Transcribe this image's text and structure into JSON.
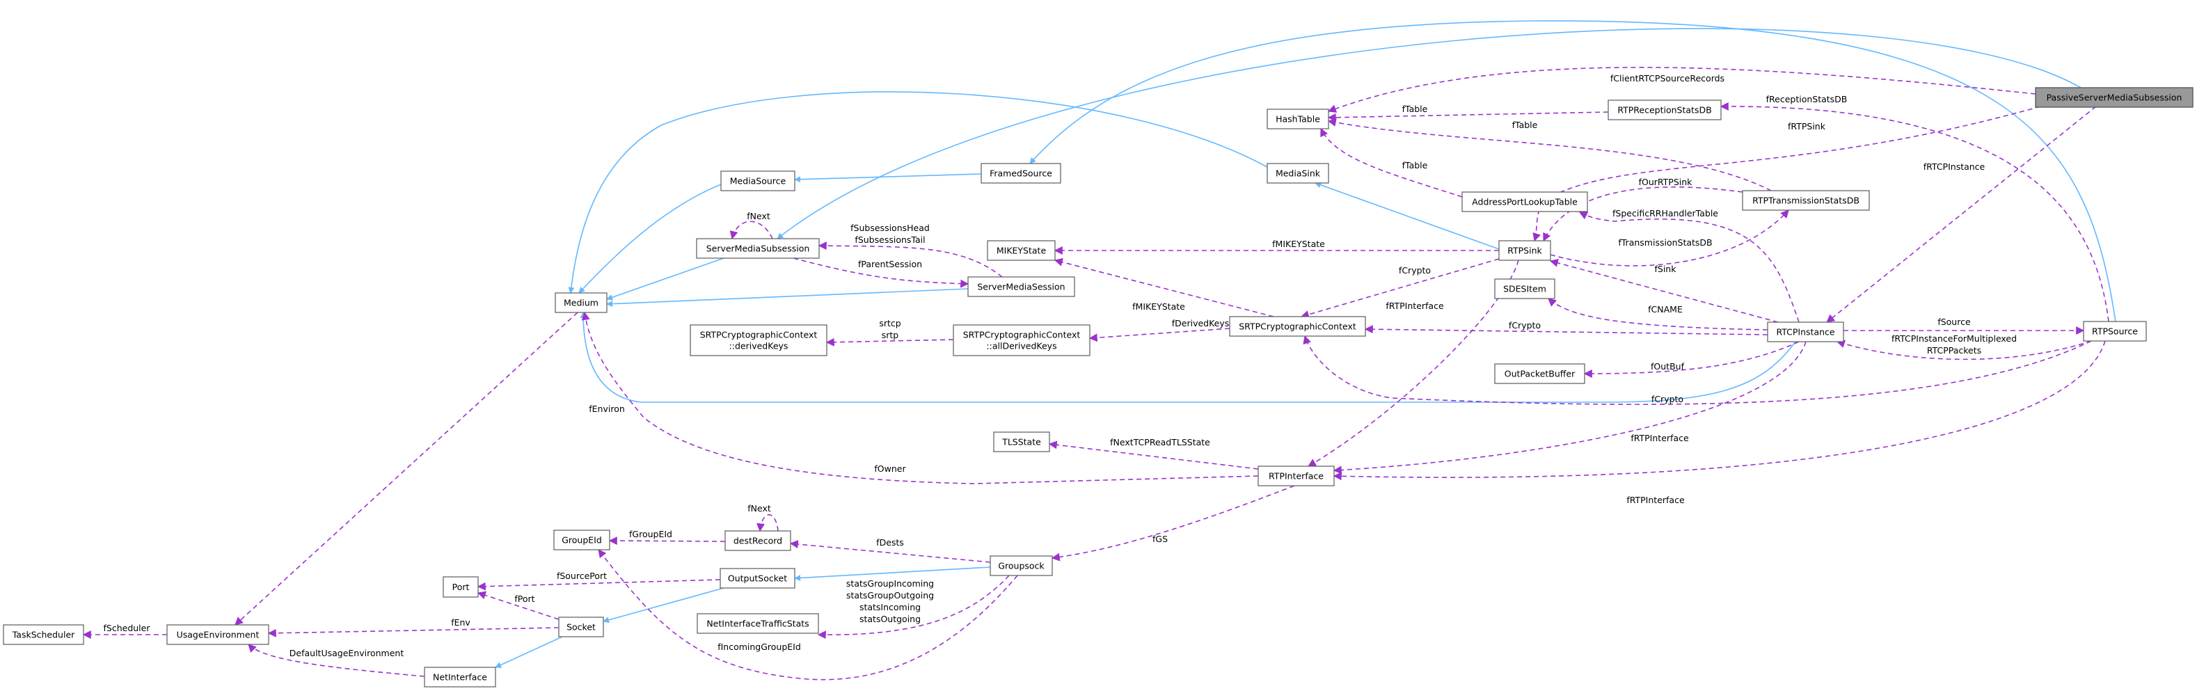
{
  "title": "PassiveServerMediaSubsession collaboration diagram",
  "colors": {
    "inheritance": "#63b8ff",
    "usage": "#9a32cd",
    "root_fill": "#999999"
  },
  "nodes": [
    {
      "id": "passive",
      "lines": [
        "PassiveServerMediaSubsession"
      ],
      "root": true
    },
    {
      "id": "hashtable",
      "lines": [
        "HashTable"
      ]
    },
    {
      "id": "rtprecv",
      "lines": [
        "RTPReceptionStatsDB"
      ]
    },
    {
      "id": "mediasink",
      "lines": [
        "MediaSink"
      ]
    },
    {
      "id": "framedsource",
      "lines": [
        "FramedSource"
      ]
    },
    {
      "id": "mediasource",
      "lines": [
        "MediaSource"
      ]
    },
    {
      "id": "addrport",
      "lines": [
        "AddressPortLookupTable"
      ]
    },
    {
      "id": "rtptrans",
      "lines": [
        "RTPTransmissionStatsDB"
      ]
    },
    {
      "id": "sms",
      "lines": [
        "ServerMediaSubsession"
      ]
    },
    {
      "id": "mikey",
      "lines": [
        "MIKEYState"
      ]
    },
    {
      "id": "rtpsink",
      "lines": [
        "RTPSink"
      ]
    },
    {
      "id": "medium",
      "lines": [
        "Medium"
      ]
    },
    {
      "id": "smsession",
      "lines": [
        "ServerMediaSession"
      ]
    },
    {
      "id": "sdes",
      "lines": [
        "SDESItem"
      ]
    },
    {
      "id": "srtp",
      "lines": [
        "SRTPCryptographicContext"
      ]
    },
    {
      "id": "derivedkeys",
      "lines": [
        "SRTPCryptographicContext",
        "::derivedKeys"
      ]
    },
    {
      "id": "allderived",
      "lines": [
        "SRTPCryptographicContext",
        "::allDerivedKeys"
      ]
    },
    {
      "id": "rtcp",
      "lines": [
        "RTCPInstance"
      ]
    },
    {
      "id": "rtpsource",
      "lines": [
        "RTPSource"
      ]
    },
    {
      "id": "outpacket",
      "lines": [
        "OutPacketBuffer"
      ]
    },
    {
      "id": "tls",
      "lines": [
        "TLSState"
      ]
    },
    {
      "id": "rtpiface",
      "lines": [
        "RTPInterface"
      ]
    },
    {
      "id": "groupeid",
      "lines": [
        "GroupEId"
      ]
    },
    {
      "id": "destrecord",
      "lines": [
        "destRecord"
      ]
    },
    {
      "id": "groupsock",
      "lines": [
        "Groupsock"
      ]
    },
    {
      "id": "outputsocket",
      "lines": [
        "OutputSocket"
      ]
    },
    {
      "id": "port",
      "lines": [
        "Port"
      ]
    },
    {
      "id": "nitstats",
      "lines": [
        "NetInterfaceTrafficStats"
      ]
    },
    {
      "id": "socket",
      "lines": [
        "Socket"
      ]
    },
    {
      "id": "taskscheduler",
      "lines": [
        "TaskScheduler"
      ]
    },
    {
      "id": "usageenv",
      "lines": [
        "UsageEnvironment"
      ]
    },
    {
      "id": "netiface",
      "lines": [
        "NetInterface"
      ]
    }
  ],
  "edges": [
    {
      "id": "e1",
      "from": "passive",
      "to": "sms",
      "kind": "inheritance",
      "lines": []
    },
    {
      "id": "e2",
      "from": "rtpsource",
      "to": "framedsource",
      "kind": "inheritance",
      "lines": []
    },
    {
      "id": "e3",
      "from": "mediasink",
      "to": "medium",
      "kind": "inheritance",
      "lines": []
    },
    {
      "id": "e4",
      "from": "mediasource",
      "to": "medium",
      "kind": "inheritance",
      "lines": []
    },
    {
      "id": "e5",
      "from": "framedsource",
      "to": "mediasource",
      "kind": "inheritance",
      "lines": []
    },
    {
      "id": "e6",
      "from": "sms",
      "to": "medium",
      "kind": "inheritance",
      "lines": []
    },
    {
      "id": "e7",
      "from": "smsession",
      "to": "medium",
      "kind": "inheritance",
      "lines": []
    },
    {
      "id": "e8",
      "from": "rtpsink",
      "to": "mediasink",
      "kind": "inheritance",
      "lines": []
    },
    {
      "id": "e9",
      "from": "rtcp",
      "to": "medium",
      "kind": "inheritance",
      "lines": []
    },
    {
      "id": "e10",
      "from": "groupsock",
      "to": "outputsocket",
      "kind": "inheritance",
      "lines": []
    },
    {
      "id": "e11",
      "from": "outputsocket",
      "to": "socket",
      "kind": "inheritance",
      "lines": []
    },
    {
      "id": "e12",
      "from": "socket",
      "to": "netiface",
      "kind": "inheritance",
      "lines": []
    },
    {
      "id": "u1",
      "from": "passive",
      "to": "hashtable",
      "kind": "usage",
      "lines": [
        "fClientRTCPSourceRecords"
      ]
    },
    {
      "id": "u2",
      "from": "rtprecv",
      "to": "hashtable",
      "kind": "usage",
      "lines": [
        "fTable"
      ]
    },
    {
      "id": "u3",
      "from": "rtptrans",
      "to": "hashtable",
      "kind": "usage",
      "lines": [
        "fTable"
      ]
    },
    {
      "id": "u4",
      "from": "addrport",
      "to": "hashtable",
      "kind": "usage",
      "lines": [
        "fTable"
      ]
    },
    {
      "id": "u5",
      "from": "passive",
      "to": "rtpsink",
      "kind": "usage",
      "lines": [
        "fRTPSink"
      ]
    },
    {
      "id": "u6",
      "from": "passive",
      "to": "rtcp",
      "kind": "usage",
      "lines": [
        "fRTCPInstance"
      ]
    },
    {
      "id": "u7",
      "from": "rtpsource",
      "to": "rtprecv",
      "kind": "usage",
      "lines": [
        "fReceptionStatsDB"
      ]
    },
    {
      "id": "u8",
      "from": "rtptrans",
      "to": "rtpsink",
      "kind": "usage",
      "lines": [
        "fOurRTPSink"
      ]
    },
    {
      "id": "u9",
      "from": "rtpsink",
      "to": "rtptrans",
      "kind": "usage",
      "lines": [
        "fTransmissionStatsDB"
      ]
    },
    {
      "id": "u10",
      "from": "rtcp",
      "to": "addrport",
      "kind": "usage",
      "lines": [
        "fSpecificRRHandlerTable"
      ]
    },
    {
      "id": "u11",
      "from": "rtcp",
      "to": "rtpsink",
      "kind": "usage",
      "lines": [
        "fSink"
      ]
    },
    {
      "id": "u12",
      "from": "rtpsink",
      "to": "mikey",
      "kind": "usage",
      "lines": [
        "fMIKEYState"
      ]
    },
    {
      "id": "u13",
      "from": "rtpsink",
      "to": "srtp",
      "kind": "usage",
      "lines": [
        "fCrypto"
      ]
    },
    {
      "id": "u14",
      "from": "rtpsink",
      "to": "rtpiface",
      "kind": "usage",
      "lines": [
        "fRTPInterface"
      ]
    },
    {
      "id": "u15",
      "from": "srtp",
      "to": "mikey",
      "kind": "usage",
      "lines": [
        "fMIKEYState"
      ]
    },
    {
      "id": "u16",
      "from": "srtp",
      "to": "allderived",
      "kind": "usage",
      "lines": [
        "fDerivedKeys"
      ]
    },
    {
      "id": "u17",
      "from": "allderived",
      "to": "derivedkeys",
      "kind": "usage",
      "lines": [
        "srtcp",
        "srtp"
      ]
    },
    {
      "id": "u18",
      "from": "sms",
      "to": "sms",
      "kind": "usage",
      "lines": [
        "fNext"
      ]
    },
    {
      "id": "u19",
      "from": "smsession",
      "to": "sms",
      "kind": "usage",
      "lines": [
        "fSubsessionsHead",
        "fSubsessionsTail"
      ]
    },
    {
      "id": "u20",
      "from": "sms",
      "to": "smsession",
      "kind": "usage",
      "lines": [
        "fParentSession"
      ]
    },
    {
      "id": "u21",
      "from": "rtcp",
      "to": "sdes",
      "kind": "usage",
      "lines": [
        "fCNAME"
      ]
    },
    {
      "id": "u22",
      "from": "rtcp",
      "to": "srtp",
      "kind": "usage",
      "lines": [
        "fCrypto"
      ]
    },
    {
      "id": "u23",
      "from": "rtcp",
      "to": "rtpsource",
      "kind": "usage",
      "lines": [
        "fSource"
      ]
    },
    {
      "id": "u24",
      "from": "rtpsource",
      "to": "rtcp",
      "kind": "usage",
      "lines": [
        "fRTCPInstanceForMultiplexed",
        "RTCPPackets"
      ]
    },
    {
      "id": "u25",
      "from": "rtcp",
      "to": "outpacket",
      "kind": "usage",
      "lines": [
        "fOutBuf"
      ]
    },
    {
      "id": "u26",
      "from": "rtpsource",
      "to": "srtp",
      "kind": "usage",
      "lines": [
        "fCrypto"
      ]
    },
    {
      "id": "u27",
      "from": "rtcp",
      "to": "rtpiface",
      "kind": "usage",
      "lines": [
        "fRTPInterface"
      ]
    },
    {
      "id": "u28",
      "from": "rtpsource",
      "to": "rtpiface",
      "kind": "usage",
      "lines": [
        "fRTPInterface"
      ]
    },
    {
      "id": "u29",
      "from": "rtpiface",
      "to": "tls",
      "kind": "usage",
      "lines": [
        "fNextTCPReadTLSState"
      ]
    },
    {
      "id": "u30",
      "from": "rtpiface",
      "to": "medium",
      "kind": "usage",
      "lines": [
        "fOwner"
      ]
    },
    {
      "id": "u31",
      "from": "medium",
      "to": "usageenv",
      "kind": "usage",
      "lines": [
        "fEnviron"
      ]
    },
    {
      "id": "u32",
      "from": "rtpiface",
      "to": "groupsock",
      "kind": "usage",
      "lines": [
        "fGS"
      ]
    },
    {
      "id": "u33",
      "from": "groupsock",
      "to": "destrecord",
      "kind": "usage",
      "lines": [
        "fDests"
      ]
    },
    {
      "id": "u34",
      "from": "destrecord",
      "to": "destrecord",
      "kind": "usage",
      "lines": [
        "fNext"
      ]
    },
    {
      "id": "u35",
      "from": "destrecord",
      "to": "groupeid",
      "kind": "usage",
      "lines": [
        "fGroupEId"
      ]
    },
    {
      "id": "u36",
      "from": "outputsocket",
      "to": "port",
      "kind": "usage",
      "lines": [
        "fSourcePort"
      ]
    },
    {
      "id": "u37",
      "from": "socket",
      "to": "port",
      "kind": "usage",
      "lines": [
        "fPort"
      ]
    },
    {
      "id": "u38",
      "from": "socket",
      "to": "usageenv",
      "kind": "usage",
      "lines": [
        "fEnv"
      ]
    },
    {
      "id": "u39",
      "from": "usageenv",
      "to": "taskscheduler",
      "kind": "usage",
      "lines": [
        "fScheduler"
      ]
    },
    {
      "id": "u40",
      "from": "netiface",
      "to": "usageenv",
      "kind": "usage",
      "lines": [
        "DefaultUsageEnvironment"
      ]
    },
    {
      "id": "u41",
      "from": "groupsock",
      "to": "nitstats",
      "kind": "usage",
      "lines": [
        "statsGroupIncoming",
        "statsGroupOutgoing",
        "statsIncoming",
        "statsOutgoing"
      ]
    },
    {
      "id": "u42",
      "from": "groupsock",
      "to": "groupeid",
      "kind": "usage",
      "lines": [
        "fIncomingGroupEId"
      ]
    }
  ]
}
